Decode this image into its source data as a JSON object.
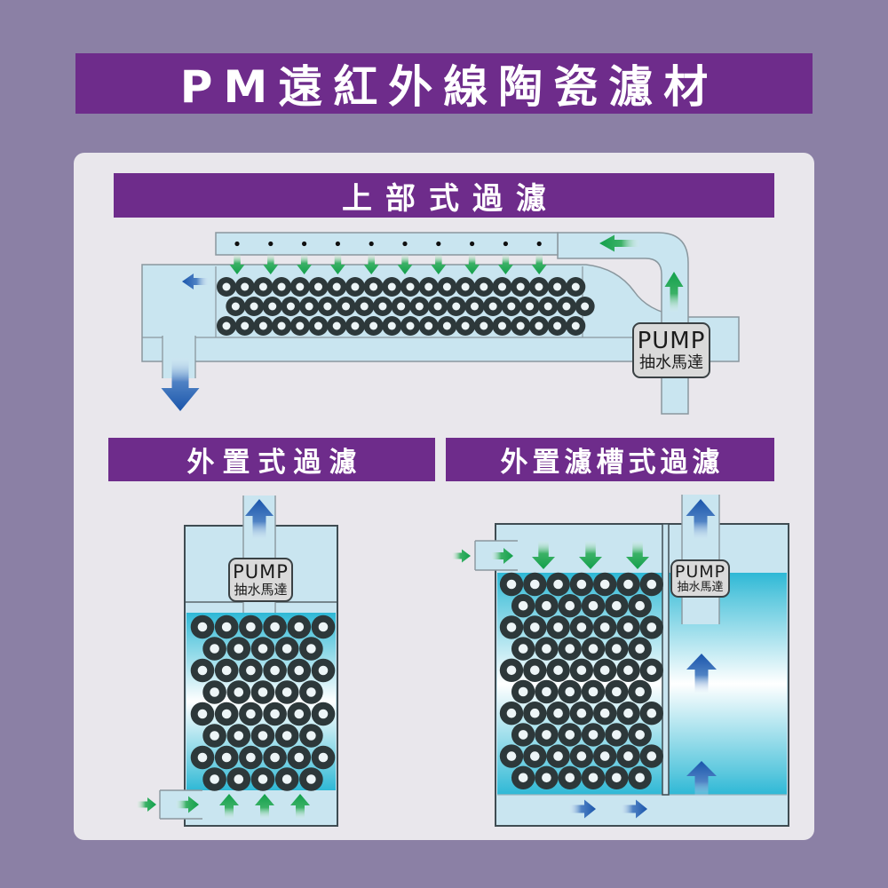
{
  "title": "PM遠紅外線陶瓷濾材",
  "sections": [
    {
      "label": "上部式過濾"
    },
    {
      "label": "外置式過濾"
    },
    {
      "label": "外置濾槽式過濾"
    }
  ],
  "pump": {
    "label": "PUMP",
    "sublabel": "抽水馬達"
  },
  "colors": {
    "background": "#8b80a5",
    "banner": "#6e2c8b",
    "panel": "#e9e7ec",
    "water": "#c9e5f0",
    "media_cyan": "#2eb8d6",
    "ring": "#2d383a",
    "ring_hole": "#edf5f7",
    "flow_in_green": "#12a04b",
    "flow_out_blue": "#1a55ab",
    "pump_box": "#dadada",
    "pipe_stroke": "#8a979e",
    "tank_stroke": "#3f4c52"
  },
  "diagrams": {
    "top_filter": {
      "spray_holes": 10,
      "media_ring_rows": [
        20,
        20,
        20
      ]
    },
    "external_filter": {
      "media_ring_rows": [
        6,
        5,
        6,
        5,
        6,
        5,
        6,
        5
      ]
    },
    "sump_filter": {
      "media_ring_rows": [
        7,
        6,
        7,
        6,
        7,
        6,
        7,
        6,
        7,
        6
      ]
    }
  }
}
